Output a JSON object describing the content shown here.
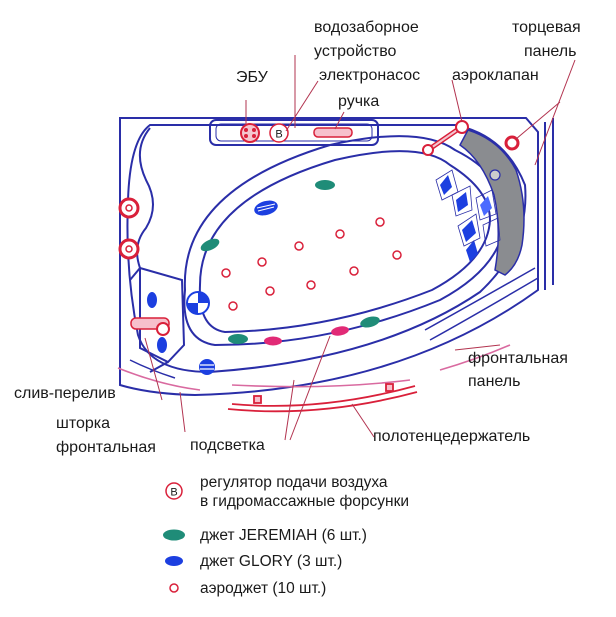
{
  "labels": {
    "water_intake": [
      "водозаборное",
      "устройство"
    ],
    "ebu": "ЭБУ",
    "pump": "электронасос",
    "end_panel": [
      "торцевая",
      "панель"
    ],
    "air_valve": "аэроклапан",
    "handle": "ручка",
    "front_panel": [
      "фронтальная",
      "панель"
    ],
    "drain": "слив-перелив",
    "curtain": [
      "шторка",
      "фронтальная"
    ],
    "backlight": "подсветка",
    "towel_holder": "полотенцедержатель"
  },
  "legend": {
    "air_regulator": {
      "symbol": "В",
      "text": [
        "регулятор подачи воздуха",
        "в гидромассажные форсунки"
      ]
    },
    "jeremiah": {
      "text": "джет JEREMIAH (6 шт.)",
      "color": "#1f8c78"
    },
    "glory": {
      "text": "джет GLORY (3 шт.)",
      "color": "#1c3fe0"
    },
    "aerojet": {
      "text": "аэроджет (10 шт.)",
      "color": "#d9203a"
    }
  },
  "colors": {
    "outline": "#2a2ea8",
    "pink": "#e12a76",
    "red": "#d9203a",
    "panel_gray": "#8a8c90",
    "leader": "#b2334f"
  }
}
